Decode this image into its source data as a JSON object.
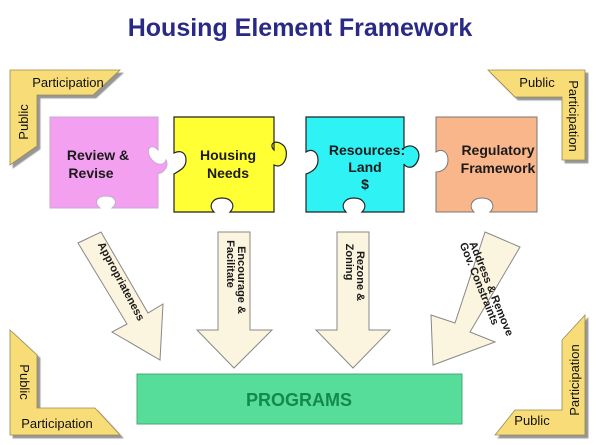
{
  "title": "Housing Element Framework",
  "corners": {
    "top_left": {
      "horizontal": "Participation",
      "vertical": "Public"
    },
    "top_right": {
      "horizontal": "Public",
      "vertical": "Participation"
    },
    "bottom_left": {
      "horizontal": "Participation",
      "vertical": "Public"
    },
    "bottom_right": {
      "horizontal": "Public",
      "vertical": "Participation"
    }
  },
  "pieces": [
    {
      "line1": "Review &",
      "line2": "Revise",
      "line3": "",
      "color": "#f3a0f0"
    },
    {
      "line1": "Housing",
      "line2": "Needs",
      "line3": "",
      "color": "#ffff33"
    },
    {
      "line1": "Resources:",
      "line2": "Land",
      "line3": "$",
      "color": "#2ff2f5"
    },
    {
      "line1": "Regulatory",
      "line2": "Framework",
      "line3": "",
      "color": "#f9b68a"
    }
  ],
  "arrows": [
    {
      "line1": "Appropriateness",
      "line2": ""
    },
    {
      "line1": "Encourage &",
      "line2": "Facilitate"
    },
    {
      "line1": "Rezone &",
      "line2": "Zoning"
    },
    {
      "line1": "Address & Remove",
      "line2": "Gov. Constraints"
    }
  ],
  "programs": {
    "label": "PROGRAMS",
    "color": "#55dd99",
    "text_color": "#138a4a"
  },
  "colors": {
    "title": "#2a2a86",
    "corner_fill": "#f8dc78",
    "arrow_fill": "#fbf4df"
  }
}
